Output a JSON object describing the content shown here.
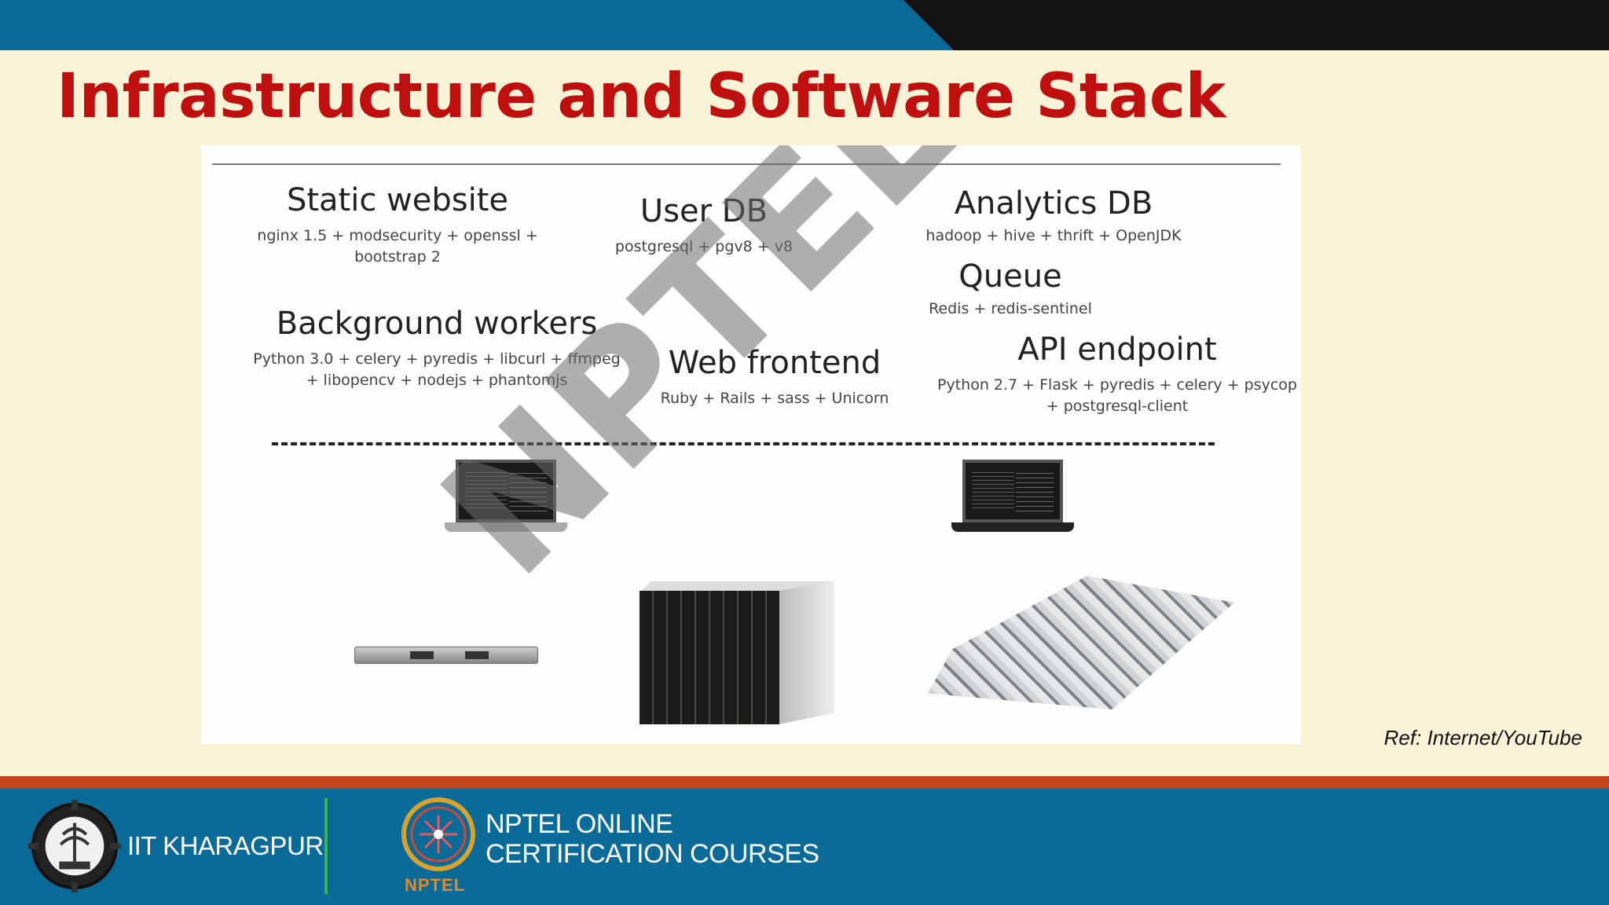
{
  "slide": {
    "title": "Infrastructure and Software Stack",
    "reference": "Ref: Internet/YouTube"
  },
  "diagram": {
    "components": [
      {
        "name": "Static website",
        "packages": [
          "nginx 1.5 + modsecurity + openssl +",
          "bootstrap 2"
        ]
      },
      {
        "name": "User DB",
        "packages": [
          "postgresql + pgv8 + v8"
        ]
      },
      {
        "name": "Analytics DB",
        "packages": [
          "hadoop + hive + thrift + OpenJDK"
        ]
      },
      {
        "name": "Queue",
        "packages": [
          "Redis + redis-sentinel"
        ]
      },
      {
        "name": "Background workers",
        "packages": [
          "Python 3.0 + celery + pyredis + libcurl + ffmpeg",
          "+ libopencv + nodejs + phantomjs"
        ]
      },
      {
        "name": "Web frontend",
        "packages": [
          "Ruby + Rails + sass + Unicorn"
        ]
      },
      {
        "name": "API endpoint",
        "packages": [
          "Python 2.7 + Flask + pyredis + celery + psycop",
          "+ postgresql-client"
        ]
      }
    ],
    "watermark": "NPTEL"
  },
  "footer": {
    "institute": "IIT KHARAGPUR",
    "program_line1": "NPTEL ONLINE",
    "program_line2": "CERTIFICATION COURSES",
    "nptel_label": "NPTEL"
  },
  "colors": {
    "title": "#c00f0f",
    "top_bar": "#0b6b98",
    "footer": "#0b6b98",
    "footer_stripe": "#c4441c",
    "background": "#f8f3d6"
  }
}
